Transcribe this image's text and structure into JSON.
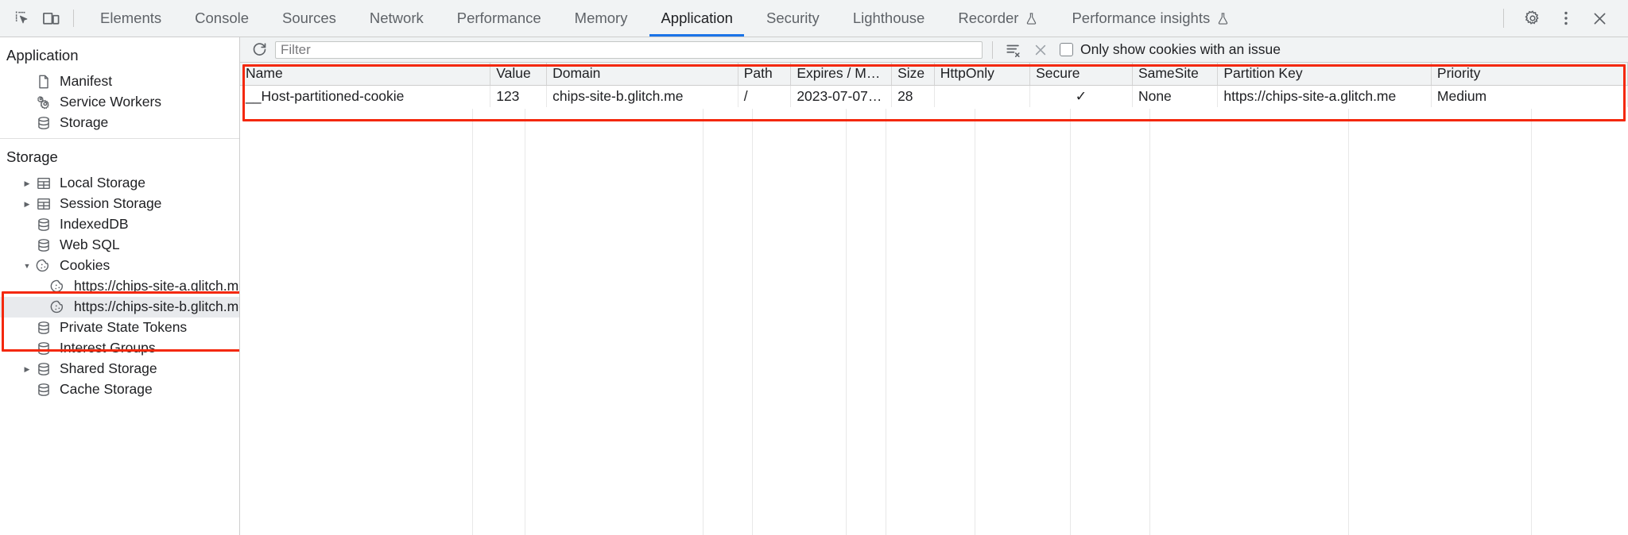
{
  "toolbar": {
    "inspect_icon": "inspect-element-icon",
    "device_icon": "device-toolbar-icon",
    "tabs": [
      {
        "label": "Elements",
        "active": false,
        "experimental": false
      },
      {
        "label": "Console",
        "active": false,
        "experimental": false
      },
      {
        "label": "Sources",
        "active": false,
        "experimental": false
      },
      {
        "label": "Network",
        "active": false,
        "experimental": false
      },
      {
        "label": "Performance",
        "active": false,
        "experimental": false
      },
      {
        "label": "Memory",
        "active": false,
        "experimental": false
      },
      {
        "label": "Application",
        "active": true,
        "experimental": false
      },
      {
        "label": "Security",
        "active": false,
        "experimental": false
      },
      {
        "label": "Lighthouse",
        "active": false,
        "experimental": false
      },
      {
        "label": "Recorder",
        "active": false,
        "experimental": true
      },
      {
        "label": "Performance insights",
        "active": false,
        "experimental": true
      }
    ],
    "settings_icon": "gear-icon",
    "more_icon": "more-vertical-icon",
    "close_icon": "close-icon",
    "accent_color": "#1a73e8"
  },
  "sidebar": {
    "sections": [
      {
        "title": "Application",
        "items": [
          {
            "label": "Manifest",
            "icon": "manifest-file-icon",
            "arrow": "none",
            "depth": 1,
            "selected": false
          },
          {
            "label": "Service Workers",
            "icon": "service-workers-gear-icon",
            "arrow": "none",
            "depth": 1,
            "selected": false
          },
          {
            "label": "Storage",
            "icon": "database-icon",
            "arrow": "none",
            "depth": 1,
            "selected": false
          }
        ]
      },
      {
        "title": "Storage",
        "items": [
          {
            "label": "Local Storage",
            "icon": "table-icon",
            "arrow": "collapsed",
            "depth": 1,
            "selected": false
          },
          {
            "label": "Session Storage",
            "icon": "table-icon",
            "arrow": "collapsed",
            "depth": 1,
            "selected": false
          },
          {
            "label": "IndexedDB",
            "icon": "database-icon",
            "arrow": "none",
            "depth": 1,
            "selected": false
          },
          {
            "label": "Web SQL",
            "icon": "database-icon",
            "arrow": "none",
            "depth": 1,
            "selected": false
          },
          {
            "label": "Cookies",
            "icon": "cookie-icon",
            "arrow": "expanded",
            "depth": 1,
            "selected": false
          },
          {
            "label": "https://chips-site-a.glitch.me",
            "icon": "cookie-icon",
            "arrow": "none",
            "depth": 2,
            "selected": false
          },
          {
            "label": "https://chips-site-b.glitch.me",
            "icon": "cookie-icon",
            "arrow": "none",
            "depth": 2,
            "selected": true
          },
          {
            "label": "Private State Tokens",
            "icon": "database-icon",
            "arrow": "none",
            "depth": 1,
            "selected": false
          },
          {
            "label": "Interest Groups",
            "icon": "database-icon",
            "arrow": "none",
            "depth": 1,
            "selected": false
          },
          {
            "label": "Shared Storage",
            "icon": "database-icon",
            "arrow": "collapsed",
            "depth": 1,
            "selected": false
          },
          {
            "label": "Cache Storage",
            "icon": "database-icon",
            "arrow": "none",
            "depth": 1,
            "selected": false
          }
        ]
      }
    ],
    "highlight_color": "#f4280c"
  },
  "filterbar": {
    "refresh_icon": "refresh-icon",
    "filter_placeholder": "Filter",
    "filter_value": "",
    "clear_filtered_icon": "clear-filtered-cookies-icon",
    "clear_all_icon": "clear-all-cookies-icon",
    "only_issues_label": "Only show cookies with an issue",
    "only_issues_checked": false
  },
  "cookie_table": {
    "columns": [
      "Name",
      "Value",
      "Domain",
      "Path",
      "Expires / M…",
      "Size",
      "HttpOnly",
      "Secure",
      "SameSite",
      "Partition Key",
      "Priority"
    ],
    "rows": [
      {
        "Name": "__Host-partitioned-cookie",
        "Value": "123",
        "Domain": "chips-site-b.glitch.me",
        "Path": "/",
        "Expires / M…": "2023-07-07…",
        "Size": "28",
        "HttpOnly": "",
        "Secure": "✓",
        "SameSite": "None",
        "Partition Key": "https://chips-site-a.glitch.me",
        "Priority": "Medium"
      }
    ],
    "highlight_color": "#f4280c"
  }
}
